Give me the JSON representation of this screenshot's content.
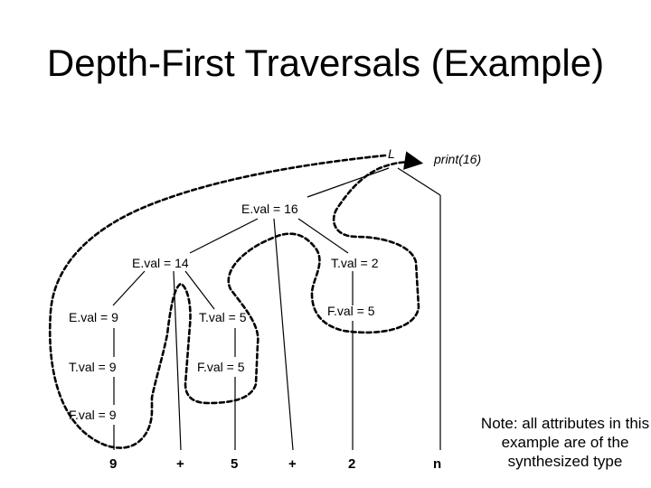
{
  "slide": {
    "title": "Depth-First Traversals (Example)",
    "note": "Note: all attributes in this example are of the synthesized type"
  },
  "tree": {
    "root": "L",
    "print": {
      "fn": "print",
      "arg": "(16)"
    },
    "e16": "E.val = 16",
    "e14": "E.val = 14",
    "t2": "T.val = 2",
    "e9": "E.val = 9",
    "t5": "T.val = 5",
    "f5b": "F.val = 5",
    "t9": "T.val = 9",
    "f5a": "F.val = 5",
    "f9": "F.val = 9",
    "leaves": [
      "9",
      "+",
      "5",
      "+",
      "2",
      "n"
    ]
  }
}
